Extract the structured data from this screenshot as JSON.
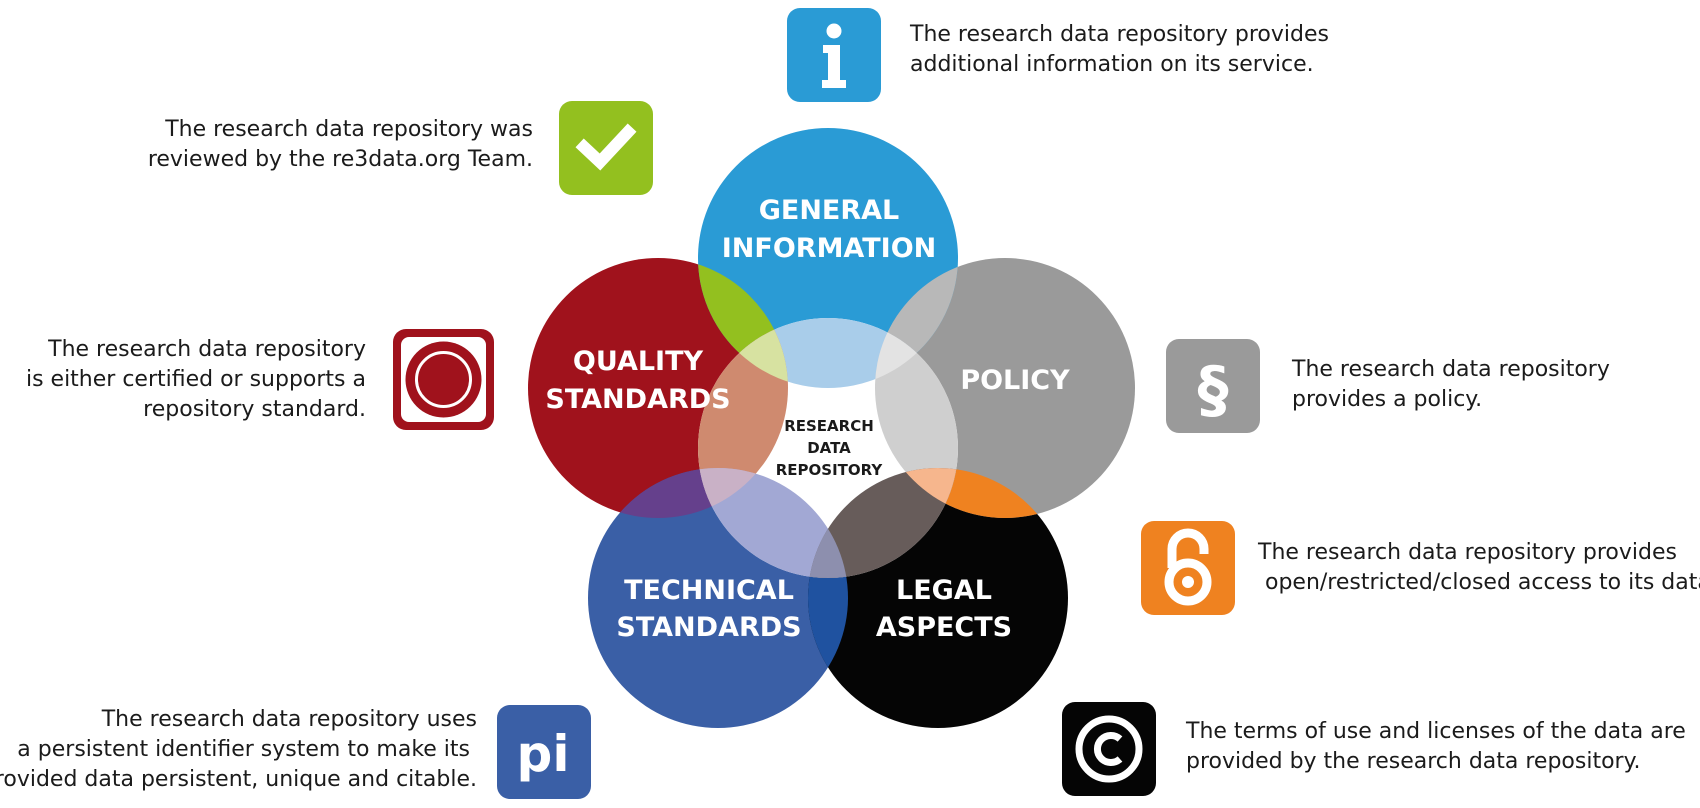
{
  "center": {
    "line1": "RESEARCH",
    "line2": "DATA",
    "line3": "REPOSITORY"
  },
  "circles": {
    "general": {
      "line1": "GENERAL",
      "line2": "INFORMATION",
      "color": "#2a9bd5"
    },
    "quality": {
      "line1": "QUALITY",
      "line2": "STANDARDS",
      "color": "#a0121c"
    },
    "policy": {
      "line1": "POLICY",
      "color": "#9a9a9a"
    },
    "technical": {
      "line1": "TECHNICAL",
      "line2": "STANDARDS",
      "color": "#3a5fa6"
    },
    "legal": {
      "line1": "LEGAL",
      "line2": "ASPECTS",
      "color": "#050505"
    }
  },
  "annotations": {
    "info": {
      "icon": "info-icon",
      "color": "#2a9bd5",
      "line1": "The research data repository provides",
      "line2": "additional information on its service."
    },
    "reviewed": {
      "icon": "checkmark-icon",
      "color": "#93c01f",
      "line1": "The research data repository was",
      "line2": "reviewed by the re3data.org Team."
    },
    "certified": {
      "icon": "seal-icon",
      "color": "#a0121c",
      "line1": "The research data repository",
      "line2": "is either certified  or supports a",
      "line3": "repository standard."
    },
    "policy": {
      "icon": "section-sign-icon",
      "color": "#9a9a9a",
      "glyph": "§",
      "line1": "The research data repository",
      "line2": "provides a policy."
    },
    "access": {
      "icon": "open-access-lock-icon",
      "color": "#ef8220",
      "line1": "The research data repository provides",
      "line2": " open/restricted/closed access to its data."
    },
    "pid": {
      "icon": "pi-icon",
      "color": "#3a5fa6",
      "glyph": "pi",
      "line1": "The research data repository uses",
      "line2": "a persistent identifier system to make its ",
      "line3": "provided data persistent, unique and citable."
    },
    "license": {
      "icon": "copyright-icon",
      "color": "#050505",
      "line1": "The terms of use and licenses of the data are",
      "line2": "provided by the research data repository."
    }
  }
}
